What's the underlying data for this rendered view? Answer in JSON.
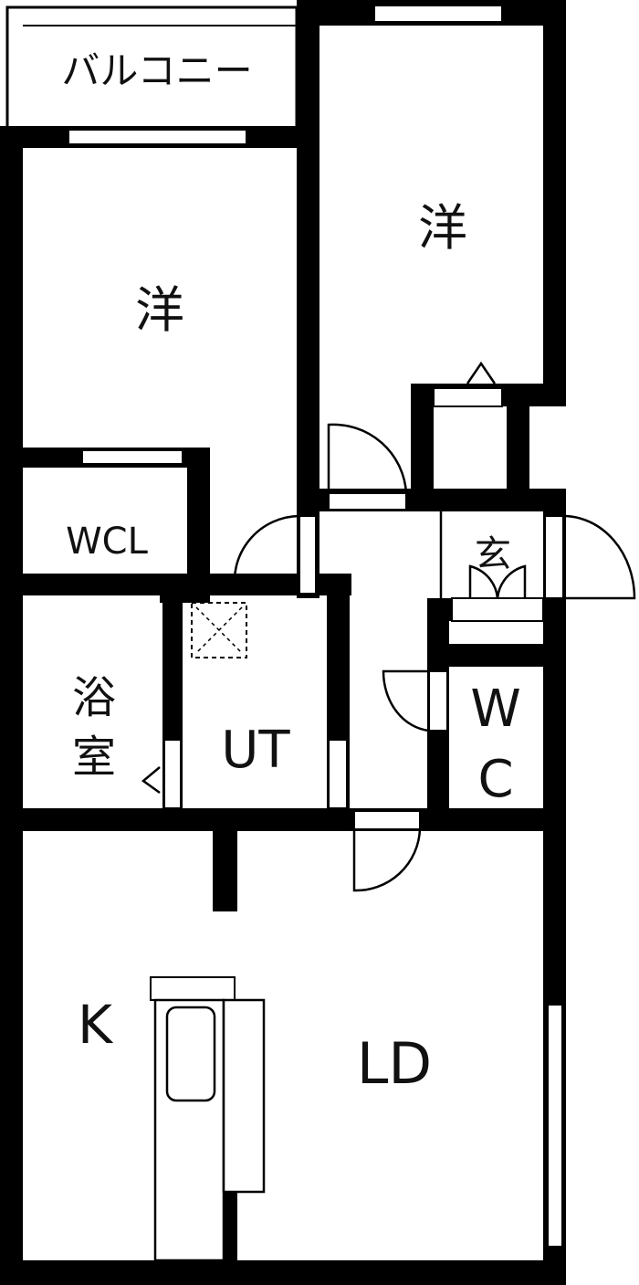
{
  "floorplan": {
    "rooms": {
      "balcony": "バルコニー",
      "western_room_left": "洋",
      "western_room_right": "洋",
      "walk_in_closet": "WCL",
      "bathroom_line1": "浴",
      "bathroom_line2": "室",
      "utility": "UT",
      "entrance": "玄",
      "toilet_line1": "W",
      "toilet_line2": "C",
      "kitchen": "K",
      "living_dining": "LD"
    },
    "colors": {
      "wall": "#000000",
      "background": "#ffffff"
    }
  }
}
